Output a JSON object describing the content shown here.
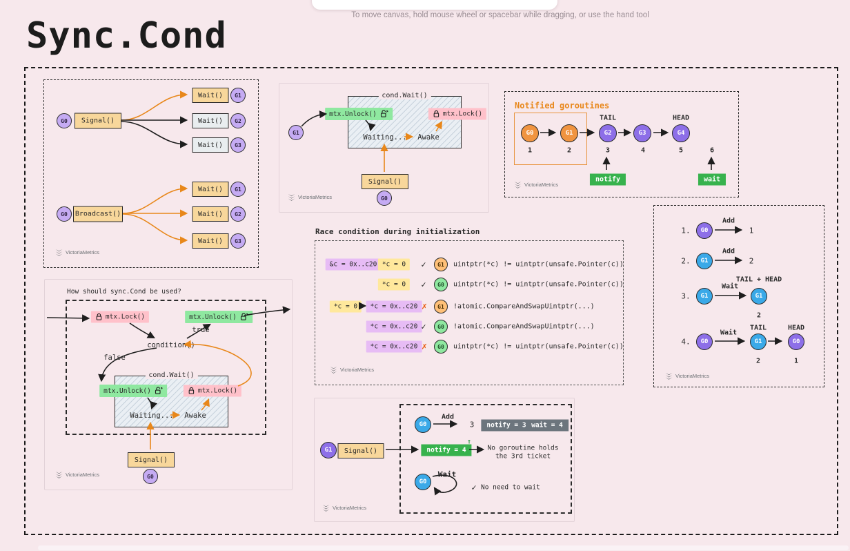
{
  "app": {
    "hint": "To move canvas, hold mouse wheel or spacebar while dragging, or use the hand tool",
    "title": "Sync.Cond"
  },
  "brand": {
    "logo": "VictoriaMetrics"
  },
  "labels": {
    "g0": "G0",
    "g1": "G1",
    "g2": "G2",
    "g3": "G3",
    "g4": "G4",
    "wait_fn": "Wait()",
    "signal_fn": "Signal()",
    "broadcast_fn": "Broadcast()",
    "cond_wait": "cond.Wait()",
    "mtx_lock": "mtx.Lock()",
    "mtx_unlock": "mtx.Unlock()",
    "waiting": "Waiting...",
    "awake": "Awake",
    "tail": "TAIL",
    "head": "HEAD",
    "tail_head": "TAIL + HEAD",
    "add": "Add",
    "wait_word": "Wait",
    "check": "✓",
    "cross": "✗",
    "up_arrow": "↑"
  },
  "notified": {
    "title": "Notified goroutines",
    "nums": [
      "1",
      "2",
      "3",
      "4",
      "5",
      "6"
    ],
    "notify_btn": "notify",
    "wait_btn": "wait"
  },
  "steps": {
    "s1": "1.",
    "s2": "2.",
    "s3": "3.",
    "s4": "4.",
    "v1": "1",
    "v2": "2",
    "r3_count": "2",
    "r4_tail_count": "2",
    "r4_head_count": "1"
  },
  "race": {
    "title": "Race condition during initialization",
    "addr": "&c = 0x..c20",
    "zero": "*c = 0",
    "assigned": "*c = 0x..c20",
    "cmp": "uintptr(*c) != uintptr(unsafe.Pointer(c))",
    "cas": "!atomic.CompareAndSwapUintptr(...)"
  },
  "usage": {
    "title": "How should sync.Cond be used?",
    "condition": "condition()",
    "true_label": "true",
    "false_label": "false"
  },
  "ticket": {
    "add_result": "3",
    "notify3": "notify = 3",
    "wait4": "wait = 4",
    "notify4": "notify = 4",
    "no_holder_line1": "No goroutine holds",
    "no_holder_line2": "the 3rd ticket",
    "no_need": "No need to wait"
  },
  "colors": {
    "canvas_bg": "#f7e8ec",
    "ink": "#1e1e1e",
    "orange_accent": "#e8871a",
    "green_button": "#37b24d",
    "gray_button": "#6c757d",
    "orange_fill": "#f8d79b",
    "purple_fill": "#c5abf3",
    "vivid_purple": "#8d6fe8",
    "blue_fill": "#3aa9e8",
    "green_chip": "#8fe8a0",
    "pink_chip": "#ffc1ca",
    "violet_chip": "#e7bcf5",
    "yellow_chip": "#ffe89c"
  }
}
